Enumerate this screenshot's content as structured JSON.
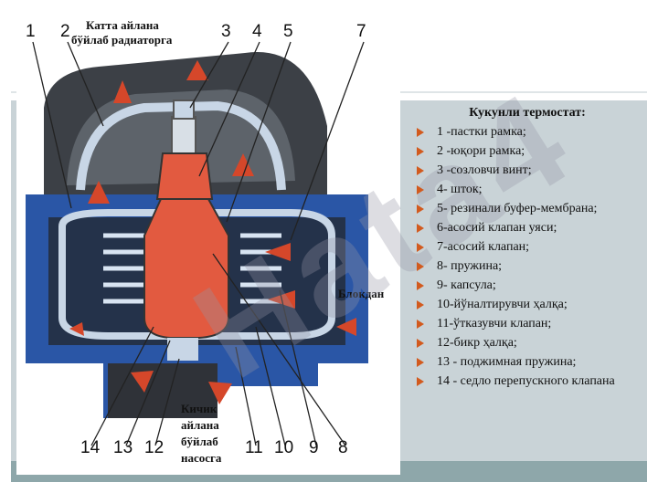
{
  "title": "Кукунли термостат:",
  "items": [
    "1 -пастки рамка;",
    "2 -юқори рамка;",
    "3 -созловчи винт;",
    "4- шток;",
    "5- резинали буфер-мембрана;",
    "6-асосий клапан уяси;",
    "7-асосий клапан;",
    "8- пружина;",
    "9- капсула;",
    "10-йўналтирувчи ҳалқа;",
    "11-ўтказувчи клапан;",
    "12-бикр ҳалқа;",
    "13 - поджимная пружина;",
    "14 - седло перепускного клапана"
  ],
  "diagram": {
    "top_numbers": [
      "1",
      "2",
      "3",
      "4",
      "5",
      "7"
    ],
    "bottom_numbers": [
      "14",
      "13",
      "12",
      "11",
      "10",
      "9",
      "8"
    ],
    "caption_top_line1": "Катта  айлана",
    "caption_top_line2": "бўйлаб  радиаторга",
    "caption_side": "Блокдан",
    "caption_bottom": [
      "Кичик",
      "айлана",
      "бўйлаб",
      "насосга"
    ]
  },
  "colors": {
    "bullet": "#d25a1e",
    "panel_bg": "#c9d3d7",
    "body_blue": "#2a56a6",
    "housing_dark": "#3c4046",
    "capsule_red": "#e25a40"
  }
}
